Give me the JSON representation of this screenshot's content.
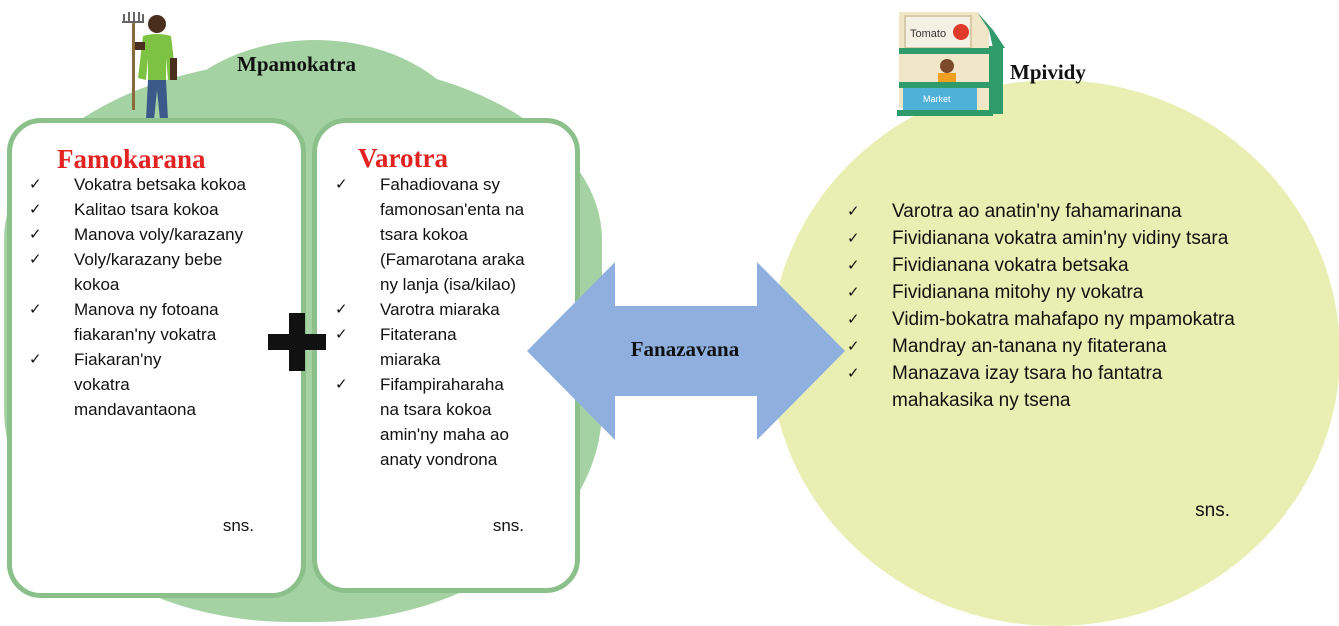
{
  "producer": {
    "label": "Mpamokatra",
    "production": {
      "title": "Famokarana",
      "items": [
        "Vokatra betsaka kokoa",
        "Kalitao tsara kokoa",
        "Manova voly/karazany",
        "Voly/karazany bebe kokoa",
        "Manova ny fotoana fiakaran'ny vokatra",
        "Fiakaran'ny vokatra mandavantaona"
      ],
      "etc": "sns."
    },
    "sales": {
      "title": "Varotra",
      "items": [
        "Fahadiovana sy famonosan'enta na tsara kokoa (Famarotana araka ny lanja (isa/kilao)",
        "Varotra miaraka",
        "Fitaterana miaraka",
        "Fifampiraharaha na tsara kokoa amin'ny maha ao anaty vondrona"
      ],
      "etc": "sns."
    }
  },
  "plus_symbol": "+",
  "link": {
    "label": "Fanazavana"
  },
  "buyer": {
    "label": "Mpividy",
    "items": [
      "Varotra ao anatin'ny fahamarinana",
      "Fividianana vokatra amin'ny vidiny tsara",
      "Fividianana vokatra betsaka",
      "Fividianana mitohy ny vokatra",
      "Vidim-bokatra mahafapo ny mpamokatra",
      "Mandray an-tanana ny fitaterana",
      "Manazava izay tsara ho fantatra mahakasika ny tsena"
    ],
    "etc": "sns."
  },
  "market_stall": {
    "sign": "Tomato",
    "counter": "Market"
  },
  "check_mark": "✓",
  "icons": [
    "farmer-icon",
    "market-stall-icon",
    "plus-icon",
    "double-arrow-icon"
  ],
  "colors": {
    "green_background": "#a5d2a3",
    "panel_border": "#8cc08b",
    "yellow_background": "#e9efb2",
    "title_red": "#e32222",
    "arrow_blue": "#8fb0df"
  }
}
